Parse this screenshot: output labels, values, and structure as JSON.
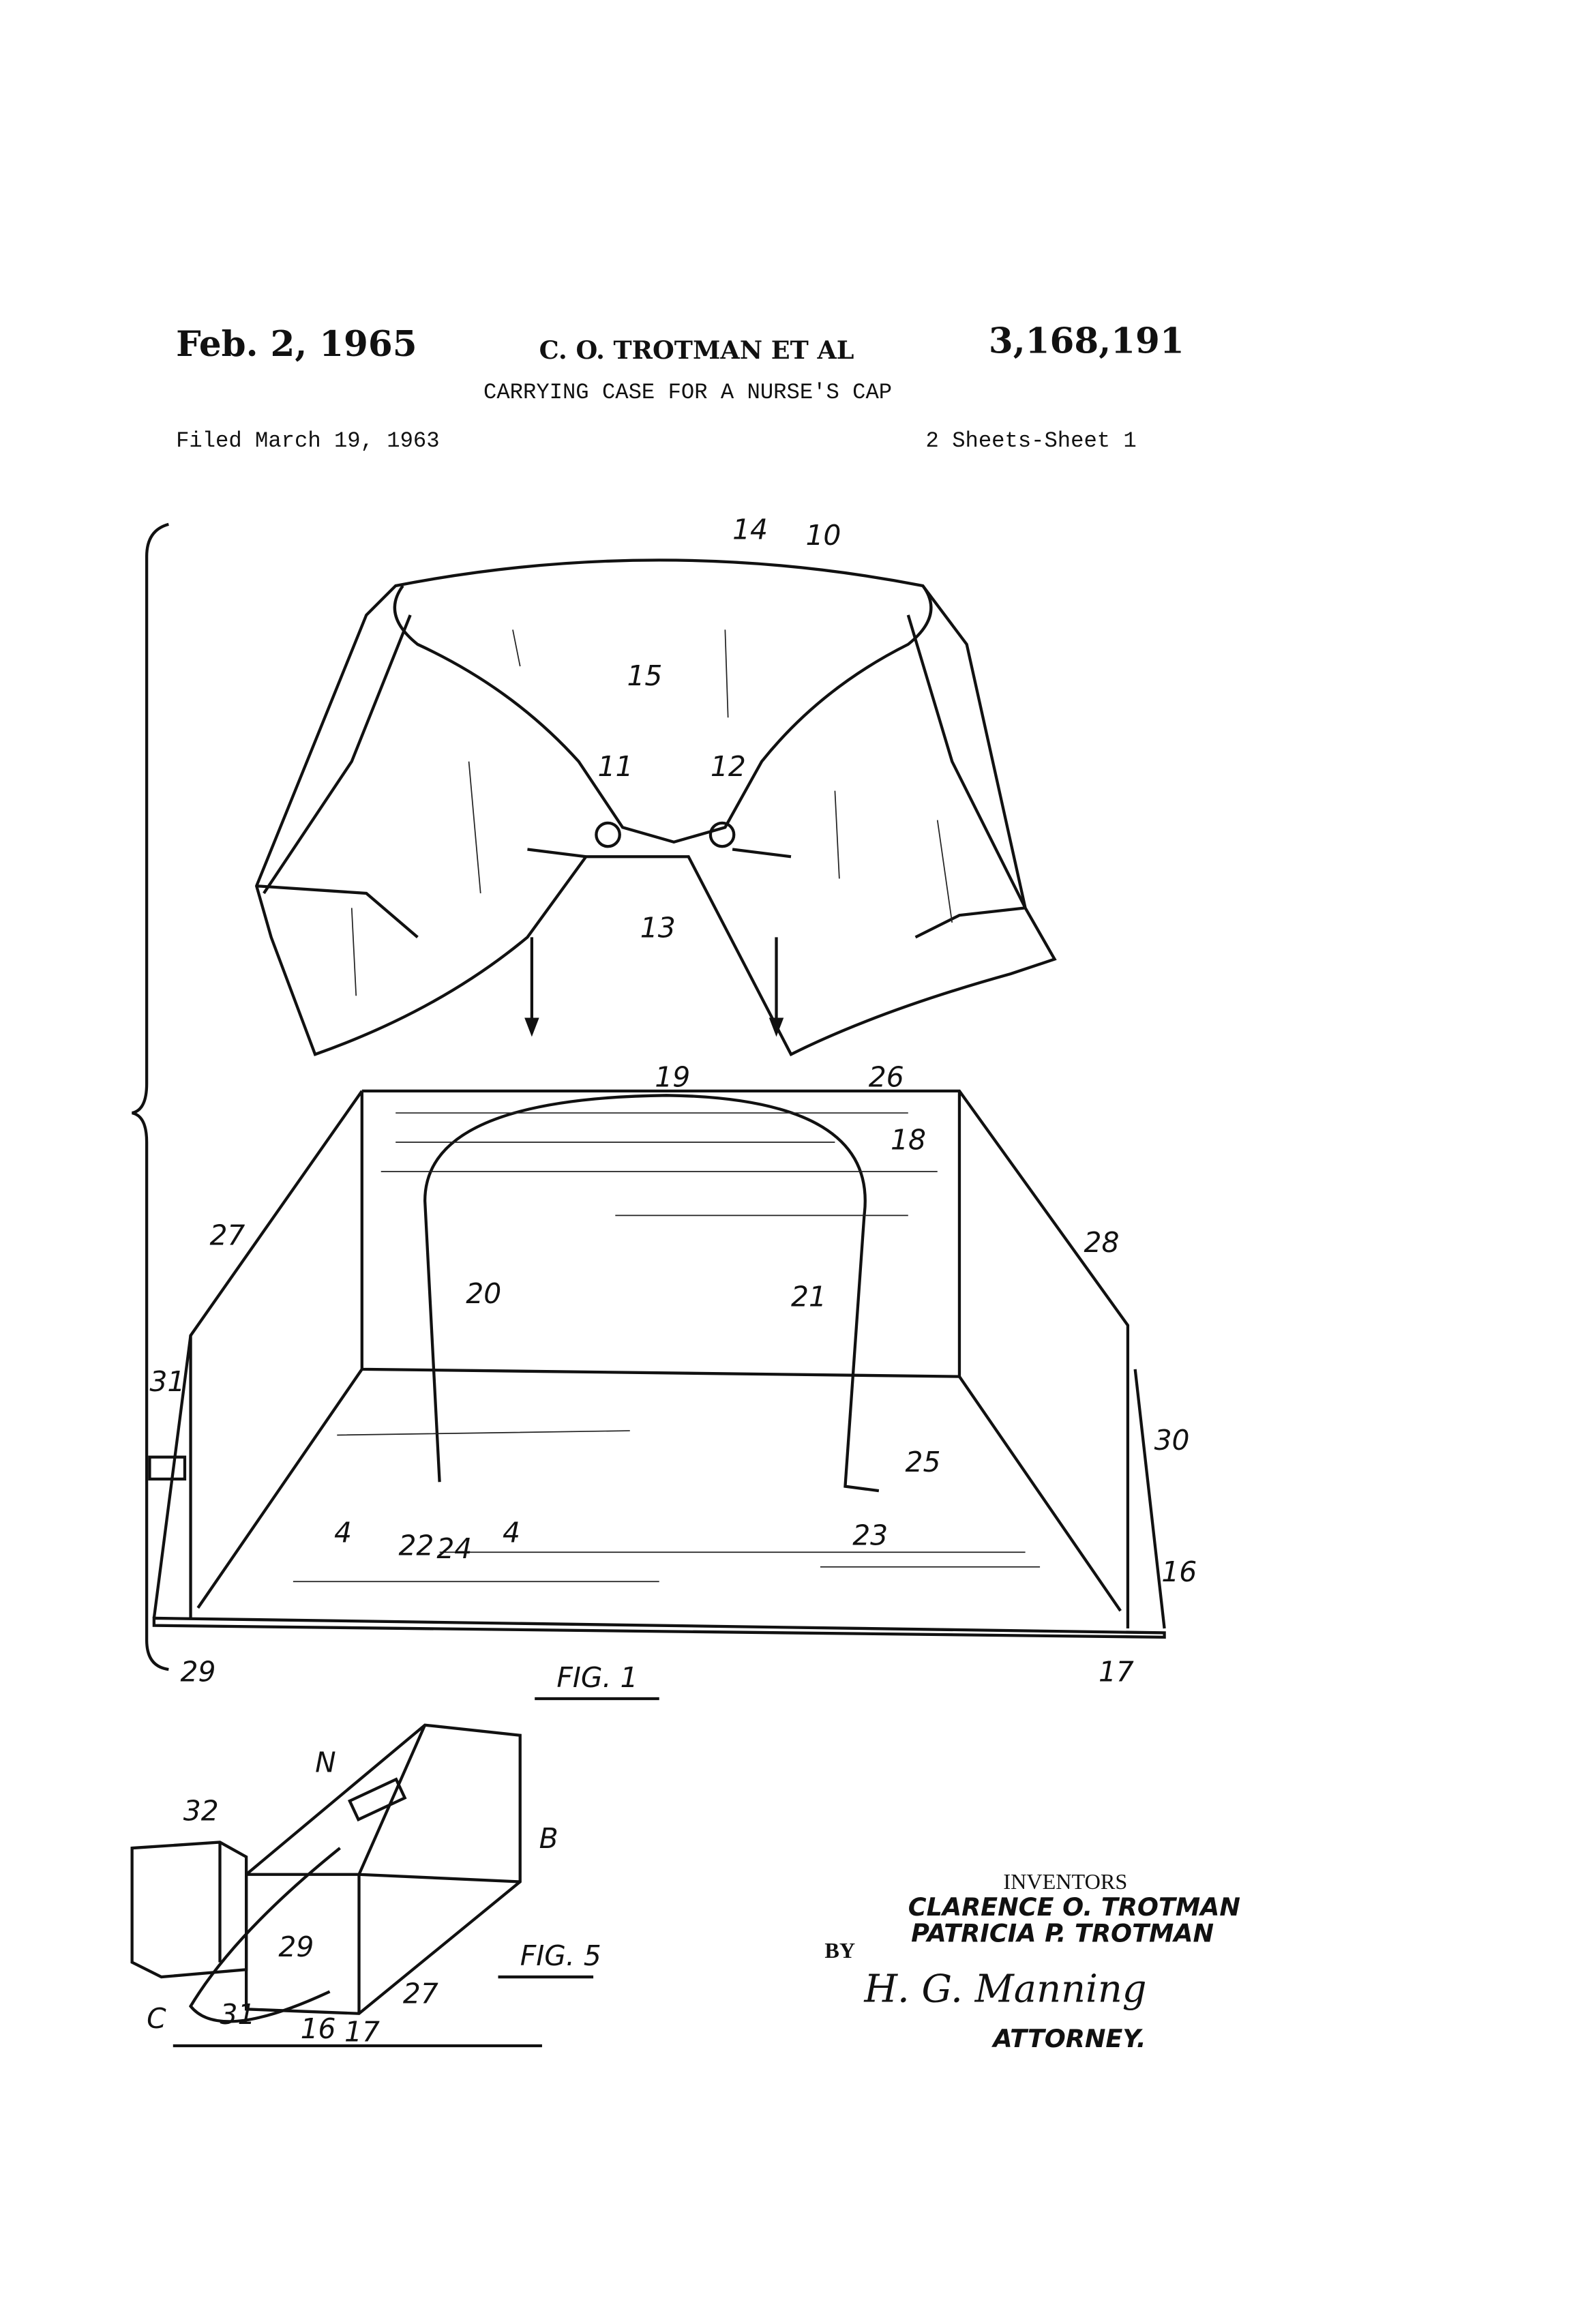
{
  "header": {
    "date": "Feb. 2, 1965",
    "inventor_short": "C. O. TROTMAN ET AL",
    "patent_number": "3,168,191",
    "title": "CARRYING CASE FOR A NURSE'S CAP",
    "filed": "Filed March 19, 1963",
    "sheets": "2 Sheets-Sheet 1"
  },
  "figures": {
    "fig1_caption": "FIG. 1",
    "fig5_caption": "FIG. 5",
    "fig1_labels": [
      "14",
      "10",
      "15",
      "11",
      "12",
      "13",
      "19",
      "26",
      "18",
      "27",
      "28",
      "20",
      "21",
      "31",
      "30",
      "25",
      "4",
      "22",
      "24",
      "4",
      "23",
      "16",
      "29",
      "17"
    ],
    "fig5_labels": [
      "N",
      "32",
      "B",
      "29",
      "27",
      "C",
      "31",
      "16",
      "17"
    ]
  },
  "signature_block": {
    "inventors_heading": "INVENTORS",
    "inventor_1": "CLARENCE O. TROTMAN",
    "inventor_2": "PATRICIA P. TROTMAN",
    "by": "BY",
    "signature": "H. G. Manning",
    "role": "ATTORNEY."
  }
}
